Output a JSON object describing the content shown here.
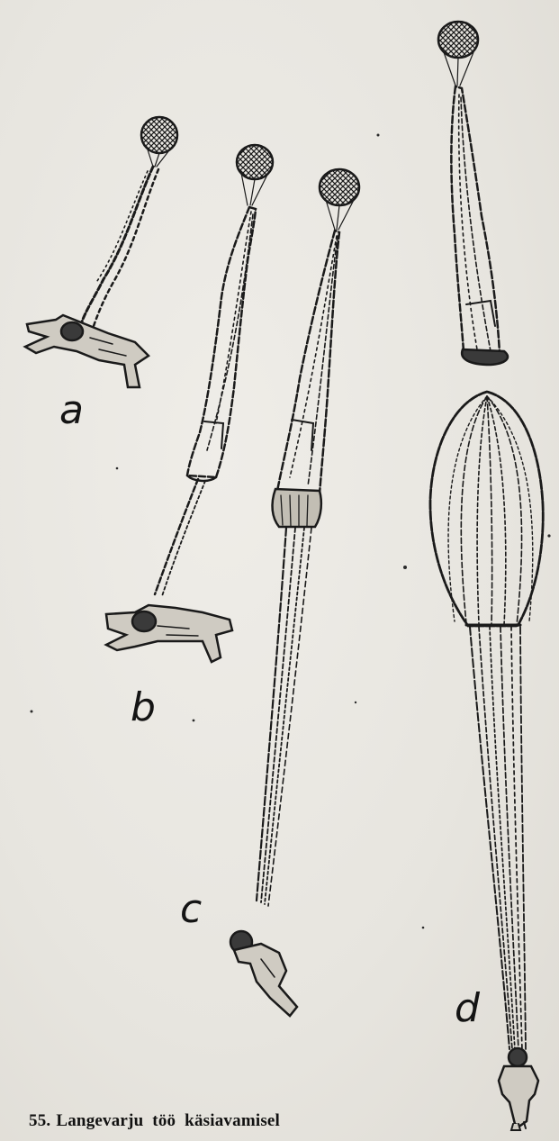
{
  "figure": {
    "stages": [
      {
        "id": "a",
        "label": "a"
      },
      {
        "id": "b",
        "label": "b"
      },
      {
        "id": "c",
        "label": "c"
      },
      {
        "id": "d",
        "label": "d"
      }
    ]
  },
  "caption": {
    "number": "55.",
    "text": "Langevarju töö käsiavamisel"
  }
}
